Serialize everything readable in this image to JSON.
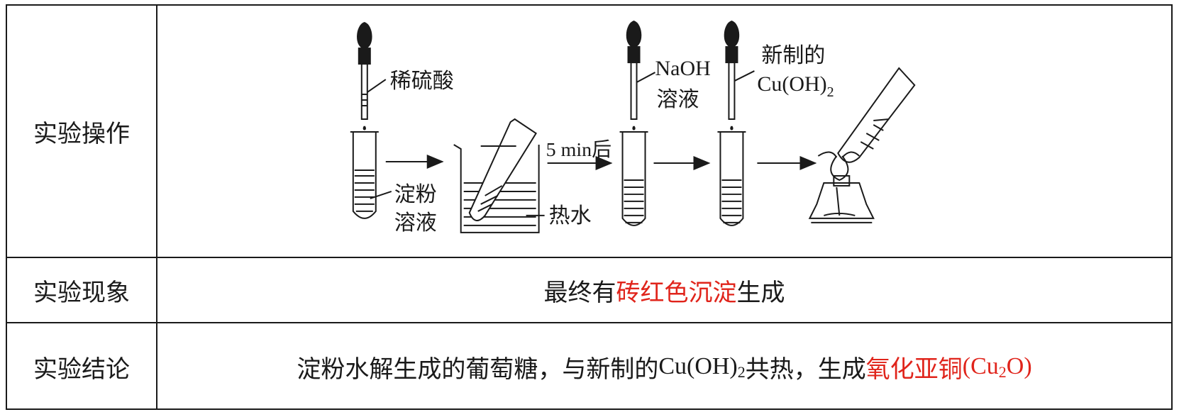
{
  "rows": {
    "operation": {
      "label": "实验操作",
      "diagram": {
        "acid_label": "稀硫酸",
        "starch_label_1": "淀粉",
        "starch_label_2": "溶液",
        "hot_water_label": "热水",
        "time_label": "5 min后",
        "naoh_label_1": "NaOH",
        "naoh_label_2": "溶液",
        "cuoh_label_1": "新制的",
        "cuoh_label_2": "Cu(OH)",
        "cuoh_sub": "2"
      }
    },
    "phenomenon": {
      "label": "实验现象",
      "prefix": "最终有",
      "highlight": "砖红色沉淀",
      "suffix": "生成"
    },
    "conclusion": {
      "label": "实验结论",
      "text": "淀粉水解生成的葡萄糖，与新制的",
      "formula": "Cu(OH)",
      "formula_sub": "2",
      "text2": "共热，生成",
      "highlight": "氧化亚铜",
      "paren_open": "(Cu",
      "paren_sub": "2",
      "paren_close": "O)"
    }
  },
  "colors": {
    "border": "#1a1a1a",
    "highlight": "#e0241b"
  }
}
